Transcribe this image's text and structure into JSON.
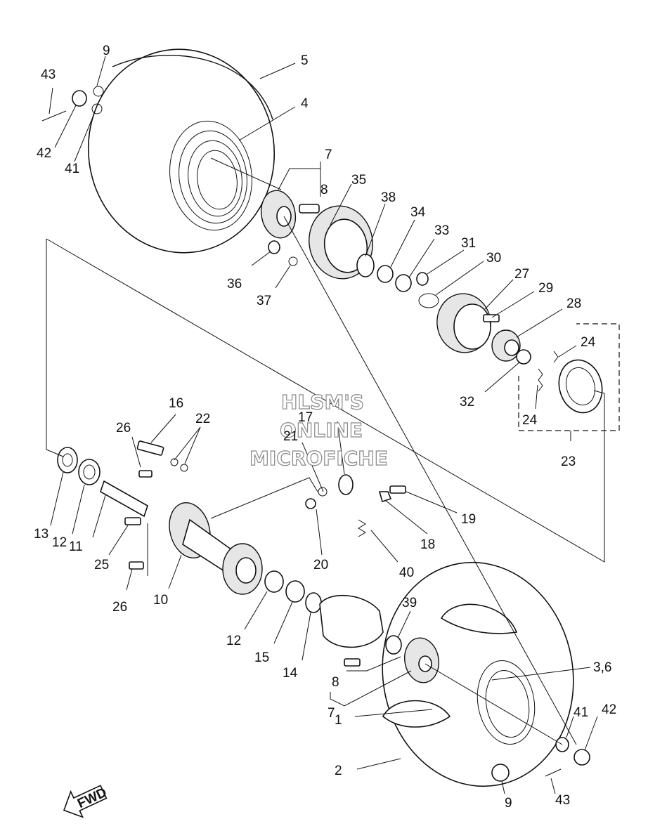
{
  "watermark": {
    "line1": "HLSM'S",
    "line2": "ONLINE",
    "line3": "MICROFICHE"
  },
  "fwd_label": "FWD",
  "callouts": {
    "c43a": "43",
    "c9a": "9",
    "c5": "5",
    "c4": "4",
    "c42a": "42",
    "c41a": "41",
    "c7a": "7",
    "c8a": "8",
    "c35": "35",
    "c38": "38",
    "c34": "34",
    "c33": "33",
    "c31": "31",
    "c30": "30",
    "c27": "27",
    "c29": "29",
    "c28": "28",
    "c36": "36",
    "c37": "37",
    "c24a": "24",
    "c24b": "24",
    "c32": "32",
    "c23": "23",
    "c16": "16",
    "c22": "22",
    "c26a": "26",
    "c17": "17",
    "c21": "21",
    "c13": "13",
    "c12a": "12",
    "c11": "11",
    "c25": "25",
    "c26b": "26",
    "c10": "10",
    "c19": "19",
    "c18": "18",
    "c20": "20",
    "c40": "40",
    "c12b": "12",
    "c15": "15",
    "c14": "14",
    "c39": "39",
    "c8b": "8",
    "c7b": "7",
    "c36b": "3,6",
    "c41b": "41",
    "c42b": "42",
    "c1": "1",
    "c2": "2",
    "c9b": "9",
    "c43b": "43"
  }
}
